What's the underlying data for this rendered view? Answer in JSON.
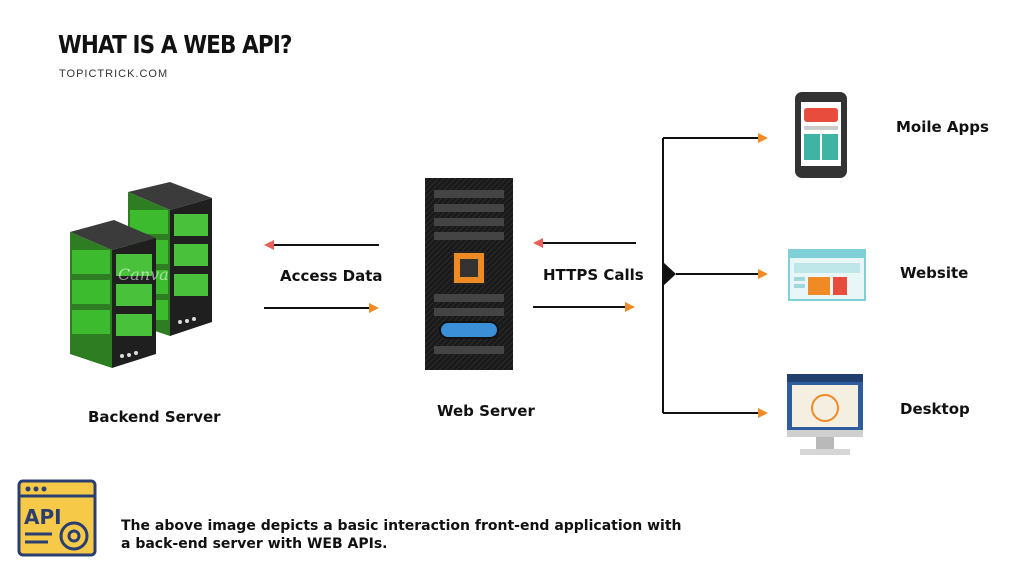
{
  "header": {
    "title": "WHAT IS A WEB API?",
    "subtitle": "TOPICTRICK.COM"
  },
  "nodes": {
    "backend_server": "Backend Server",
    "web_server": "Web Server",
    "mobile_apps": "Moile Apps",
    "website": "Website",
    "desktop": "Desktop"
  },
  "edges": {
    "access_data": "Access Data",
    "https_calls": "HTTPS Calls"
  },
  "footer": {
    "icon_text": "API",
    "caption": "The above image depicts a basic interaction front-end application with a back-end server with WEB APIs."
  },
  "watermark": "Canva",
  "colors": {
    "server_green": "#3dbb2e",
    "arrow_orange": "#f08a24",
    "arrow_red": "#e8605a",
    "phone_red": "#e84c3d",
    "teal": "#3fb4a4",
    "api_yellow": "#f7c948"
  }
}
